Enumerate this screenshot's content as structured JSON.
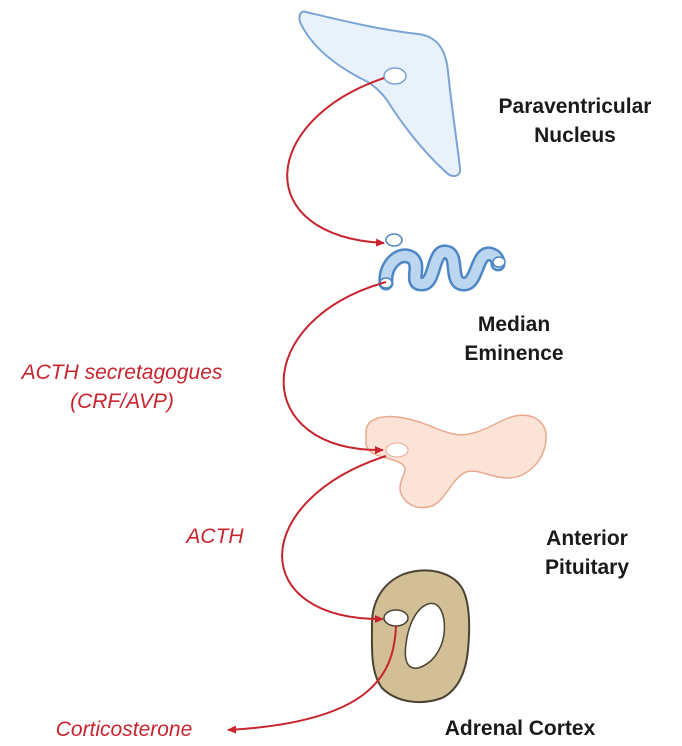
{
  "labels": {
    "paraventricular_nucleus": [
      "Paraventricular",
      "Nucleus"
    ],
    "median_eminence": [
      "Median",
      "Eminence"
    ],
    "anterior_pituitary": [
      "Anterior",
      "Pituitary"
    ],
    "adrenal_cortex": "Adrenal Cortex"
  },
  "hormones": {
    "secretagogues": [
      "ACTH secretagogues",
      "(CRF/AVP)"
    ],
    "acth": "ACTH",
    "corticosterone": "Corticosterone"
  },
  "colors": {
    "arrow": "#c7242e",
    "paraventricular_fill": "#e9f1fb",
    "paraventricular_stroke": "#7aa4d6",
    "median_eminence_fill": "#bcd6ef",
    "median_eminence_stroke": "#4d86c4",
    "pituitary_fill": "#fbe3d8",
    "pituitary_stroke": "#e9a98f",
    "adrenal_fill": "#d2bf95",
    "adrenal_stroke": "#4a4334"
  }
}
